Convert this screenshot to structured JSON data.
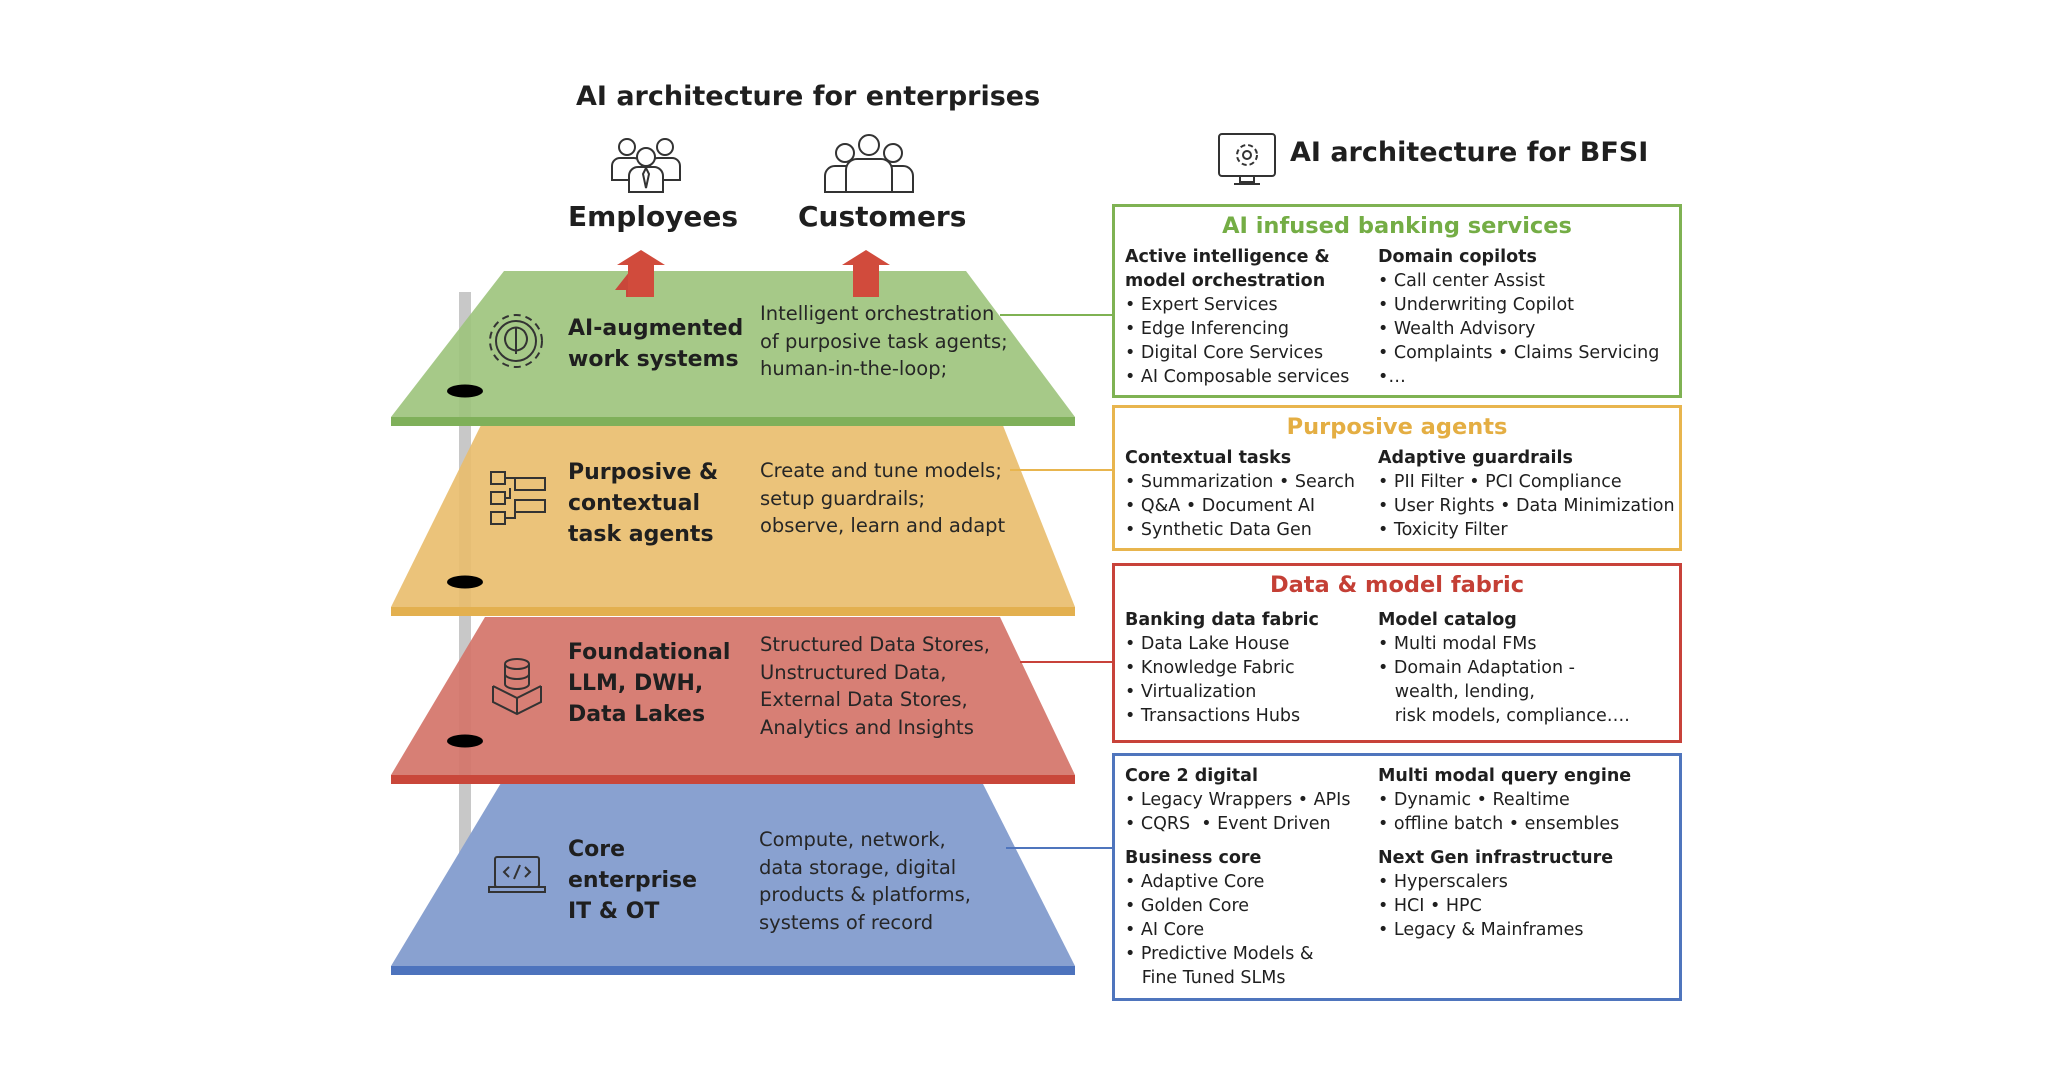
{
  "enterprise": {
    "title": "AI architecture for enterprises",
    "audiences": [
      {
        "label": "Employees",
        "icon": "employees-icon"
      },
      {
        "label": "Customers",
        "icon": "customers-icon"
      }
    ],
    "layers": [
      {
        "id": "ai-work",
        "icon": "gear-brain-icon",
        "title": [
          "AI-augmented",
          "work systems"
        ],
        "desc": [
          "Intelligent orchestration",
          "of purposive task agents;",
          "human-in-the-loop;"
        ],
        "color": "#9fc47e",
        "edge": "#7fb05a"
      },
      {
        "id": "agents",
        "icon": "hierarchy-icon",
        "title": [
          "Purposive &",
          "contextual",
          "task agents"
        ],
        "desc": [
          "Create and tune models;",
          "setup guardrails;",
          "observe, learn and adapt"
        ],
        "color": "#ecc57c",
        "edge": "#e3b04f"
      },
      {
        "id": "foundational",
        "icon": "database-box-icon",
        "title": [
          "Foundational",
          "LLM, DWH,",
          "Data Lakes"
        ],
        "desc": [
          "Structured Data Stores,",
          "Unstructured Data,",
          "External Data Stores,",
          "Analytics and Insights"
        ],
        "color": "#d98276",
        "edge": "#c9473a"
      },
      {
        "id": "core",
        "icon": "laptop-code-icon",
        "title": [
          "Core",
          "enterprise",
          "IT & OT"
        ],
        "desc": [
          "Compute, network,",
          "data storage, digital",
          "products & platforms,",
          "systems of record"
        ],
        "color": "#89a1d0",
        "edge": "#4d73bd"
      }
    ]
  },
  "bfsi": {
    "title": "AI architecture for BFSI",
    "icon": "monitor-gear-icon",
    "panels": [
      {
        "id": "banking-services",
        "title": "AI infused banking services",
        "color": "#7fb253",
        "title_color": "#74ad45",
        "columns": [
          [
            {
              "head": [
                "Active intelligence &",
                "model orchestration"
              ],
              "items": [
                "• Expert Services",
                "• Edge Inferencing",
                "• Digital Core Services",
                "• AI Composable services"
              ]
            }
          ],
          [
            {
              "head": [
                "Domain copilots"
              ],
              "items": [
                "• Call center Assist",
                "• Underwriting Copilot",
                "• Wealth Advisory",
                "• Complaints • Claims Servicing",
                "•…"
              ]
            }
          ]
        ]
      },
      {
        "id": "purposive-agents",
        "title": "Purposive agents",
        "color": "#e8b54e",
        "title_color": "#e4ae43",
        "columns": [
          [
            {
              "head": [
                "Contextual tasks"
              ],
              "items": [
                "• Summarization • Search",
                "• Q&A • Document AI",
                "• Synthetic Data Gen"
              ]
            }
          ],
          [
            {
              "head": [
                "Adaptive guardrails"
              ],
              "items": [
                "• PII Filter • PCI Compliance",
                "• User Rights • Data Minimization",
                "• Toxicity Filter"
              ]
            }
          ]
        ]
      },
      {
        "id": "data-model-fabric",
        "title": "Data & model fabric",
        "color": "#c8423a",
        "title_color": "#c43f35",
        "columns": [
          [
            {
              "head": [
                "Banking data fabric"
              ],
              "items": [
                "• Data Lake House",
                "• Knowledge Fabric",
                "• Virtualization",
                "• Transactions Hubs"
              ]
            }
          ],
          [
            {
              "head": [
                "Model catalog"
              ],
              "items": [
                "• Multi modal FMs",
                "• Domain Adaptation -",
                "   wealth, lending,",
                "   risk models, compliance…."
              ]
            }
          ]
        ]
      },
      {
        "id": "core-infra",
        "title": "",
        "color": "#4f75bd",
        "title_color": "#4f75bd",
        "columns": [
          [
            {
              "head": [
                "Core 2 digital"
              ],
              "items": [
                "• Legacy Wrappers • APIs",
                "• CQRS  • Event Driven"
              ]
            },
            {
              "head": [
                "Business core"
              ],
              "items": [
                "• Adaptive Core",
                "• Golden Core",
                "• AI Core",
                "• Predictive Models &",
                "   Fine Tuned SLMs"
              ]
            }
          ],
          [
            {
              "head": [
                "Multi modal query engine"
              ],
              "items": [
                "• Dynamic • Realtime",
                "• offline batch • ensembles"
              ]
            },
            {
              "head": [
                "Next Gen infrastructure"
              ],
              "items": [
                "• Hyperscalers",
                "• HCI • HPC",
                "• Legacy & Mainframes"
              ]
            }
          ]
        ]
      }
    ]
  }
}
